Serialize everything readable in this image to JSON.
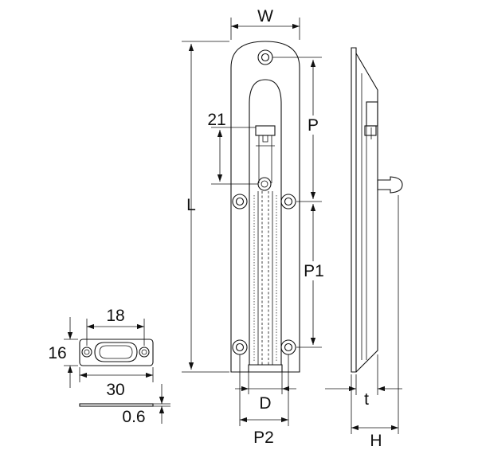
{
  "labels": {
    "W": "W",
    "L": "L",
    "P": "P",
    "P1": "P1",
    "P2": "P2",
    "D": "D",
    "t": "t",
    "H": "H",
    "bolt_travel": "21",
    "strike_hole_width": "18",
    "strike_height": "16",
    "strike_width": "30",
    "strike_thickness": "0.6"
  },
  "colors": {
    "line": "#111111",
    "background": "#ffffff"
  }
}
